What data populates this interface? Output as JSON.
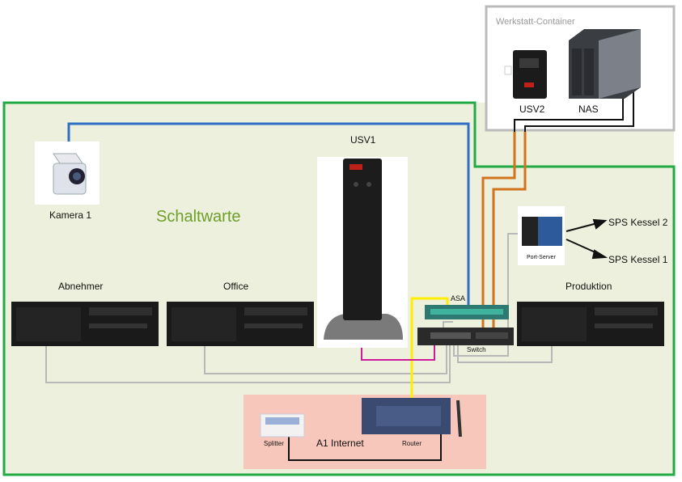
{
  "title": "Schaltwarte",
  "container_label": "Werkstatt-Container",
  "internet_label": "A1 Internet",
  "devices": {
    "kamera": "Kamera 1",
    "usv1": "USV1",
    "usv2": "USV2",
    "nas": "NAS",
    "abnehmer": "Abnehmer",
    "office": "Office",
    "produktion": "Produktion",
    "asa": "ASA",
    "switch": "Switch",
    "port_server": "Port-Server",
    "splitter": "Splitter",
    "router": "Router",
    "sps2": "SPS Kessel 2",
    "sps1": "SPS Kessel 1"
  },
  "colors": {
    "zone_border": "#22aa44",
    "zone_fill": "#ecf0dc",
    "container_border": "#bbbbbb",
    "internet_fill": "#f8c7bc",
    "cable_blue": "#2f6fc4",
    "cable_orange": "#d2731e",
    "cable_yellow": "#ffee00",
    "cable_magenta": "#cc1a99",
    "cable_gray": "#b8b8b8",
    "cable_black": "#111111",
    "title_green": "#6e9f2a"
  }
}
